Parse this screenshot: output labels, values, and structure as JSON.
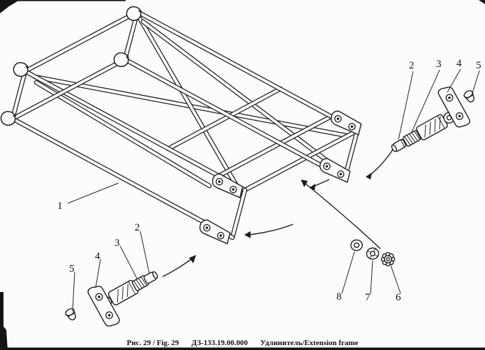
{
  "figure": {
    "caption_fig": "Рис. 29 / Fig. 29",
    "caption_code": "ДЗ-133.19.00.000",
    "caption_title": "Удлинитель/Extension frame"
  },
  "callouts": {
    "frame": "1",
    "right_pin": "2",
    "right_thread": "3",
    "right_bracket": "4",
    "right_cap": "5",
    "left_pin": "2",
    "left_thread": "3",
    "left_bracket": "4",
    "left_cap": "5",
    "washer": "8",
    "slotted_nut": "7",
    "flower_nut": "6"
  }
}
